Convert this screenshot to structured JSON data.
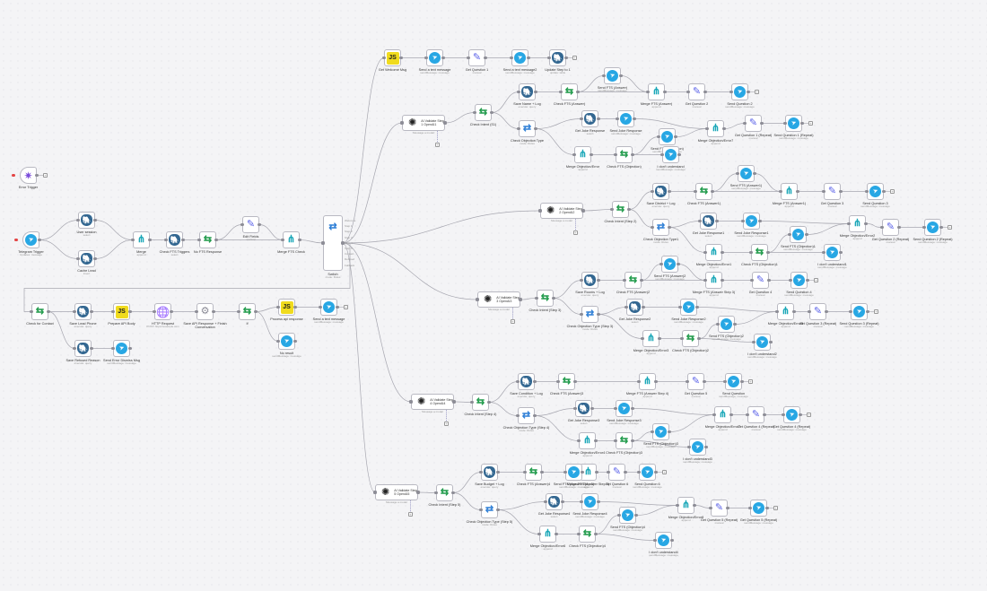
{
  "editor": {
    "type": "workflow-canvas"
  },
  "nodes": [
    {
      "id": "error-trigger",
      "label": "Error Trigger",
      "icon": "error",
      "kind": "trigger",
      "sub": ""
    },
    {
      "id": "telegram-trigger",
      "label": "Telegram Trigger",
      "icon": "telegram",
      "kind": "trigger",
      "sub": "Updates: message"
    },
    {
      "id": "user-session",
      "label": "User session",
      "icon": "postgres",
      "sub": "select"
    },
    {
      "id": "cache-lead",
      "label": "Cache Lead",
      "icon": "postgres",
      "sub": "insert"
    },
    {
      "id": "merge",
      "label": "Merge",
      "icon": "merge",
      "sub": "append"
    },
    {
      "id": "check-fts-triggers",
      "label": "Check FTS Triggers",
      "icon": "postgres",
      "sub": "select"
    },
    {
      "id": "no-fts-response",
      "label": "No FTS Response",
      "icon": "filter",
      "sub": ""
    },
    {
      "id": "edit-fields",
      "label": "Edit Fields",
      "icon": "set",
      "sub": "manual"
    },
    {
      "id": "merge-fts-check",
      "label": "Merge FTS Check",
      "icon": "merge",
      "sub": ""
    },
    {
      "id": "switch",
      "label": "Switch",
      "icon": "switch",
      "sub": "mode: Rules"
    },
    {
      "id": "get-welcome-msg",
      "label": "Get Welcome Msg",
      "icon": "code",
      "sub": ""
    },
    {
      "id": "send-text-message",
      "label": "Send a text message",
      "icon": "telegram",
      "sub": "sendMessage: message"
    },
    {
      "id": "get-question-1",
      "label": "Get Question 1",
      "icon": "set",
      "sub": "manual"
    },
    {
      "id": "send-text-message2",
      "label": "Send a text message2",
      "icon": "telegram",
      "sub": "sendMessage: message"
    },
    {
      "id": "update-step-to-1",
      "label": "Update Step to 1",
      "icon": "postgres",
      "sub": "update: table"
    },
    {
      "id": "ai-validate-1",
      "label": "AI Validate Step 1 OpenAI1",
      "icon": "openai",
      "kind": "ai",
      "sub": "Message a model"
    },
    {
      "id": "check-intent-s1",
      "label": "Check Intent (S1)",
      "icon": "filter",
      "sub": ""
    },
    {
      "id": "save-name-log",
      "label": "Save Name + Log",
      "icon": "postgres",
      "sub": "execute: query"
    },
    {
      "id": "check-fts-answer",
      "label": "Check FTS (Answer)",
      "icon": "filter",
      "sub": ""
    },
    {
      "id": "send-fts-answer",
      "label": "Send FTS (Answer)",
      "icon": "telegram",
      "sub": "sendMessage: message"
    },
    {
      "id": "merge-fts-answer",
      "label": "Merge FTS (Answer)",
      "icon": "merge",
      "sub": "append"
    },
    {
      "id": "get-question-2",
      "label": "Get Question 2",
      "icon": "set",
      "sub": "manual"
    },
    {
      "id": "send-question-2",
      "label": "Send Question 2",
      "icon": "telegram",
      "sub": "sendMessage: message"
    },
    {
      "id": "check-objection-type",
      "label": "Check Objection Type",
      "icon": "switch",
      "sub": "mode: Rules"
    },
    {
      "id": "get-joke-response",
      "label": "Get Joke Response",
      "icon": "postgres",
      "sub": "select"
    },
    {
      "id": "send-joke-response",
      "label": "Send Joke Response",
      "icon": "telegram",
      "sub": "sendMessage: message"
    },
    {
      "id": "send-fts-objection",
      "label": "Send FTS (Objection)",
      "icon": "telegram",
      "sub": "sendMessage: message"
    },
    {
      "id": "merge-objection-error",
      "label": "Merge Objection/Error",
      "icon": "merge",
      "sub": "append"
    },
    {
      "id": "check-fts-objection",
      "label": "Check FTS (Objection)",
      "icon": "filter",
      "sub": ""
    },
    {
      "id": "i-dont-understand",
      "label": "I don't understand",
      "icon": "telegram",
      "sub": "sendMessage: message"
    },
    {
      "id": "merge-objection-error7",
      "label": "Merge Objection/Error7",
      "icon": "merge",
      "sub": "append"
    },
    {
      "id": "get-question-1-repeat",
      "label": "Get Question 1 (Repeat)",
      "icon": "set",
      "sub": "manual"
    },
    {
      "id": "send-question-1-repeat",
      "label": "Send Question 1 (Repeat)",
      "icon": "telegram",
      "sub": "sendMessage: message"
    },
    {
      "id": "ai-validate-2",
      "label": "AI Validate Step 2 OpenAI2",
      "icon": "openai",
      "kind": "ai",
      "sub": "Message a model"
    },
    {
      "id": "check-intent-s2",
      "label": "Check Intent (Step 2)",
      "icon": "filter",
      "sub": ""
    },
    {
      "id": "save-district-log",
      "label": "Save District + Log",
      "icon": "postgres",
      "sub": "execute: query"
    },
    {
      "id": "check-fts-answer1",
      "label": "Check FTS (Answer1)",
      "icon": "filter",
      "sub": ""
    },
    {
      "id": "send-fts-answer1",
      "label": "Send FTS (Answer1)",
      "icon": "telegram",
      "sub": "sendMessage: message"
    },
    {
      "id": "merge-fts-answer1",
      "label": "Merge FTS (Answer1)",
      "icon": "merge",
      "sub": "append"
    },
    {
      "id": "get-question-3",
      "label": "Get Question 3",
      "icon": "set",
      "sub": "manual"
    },
    {
      "id": "send-question-3",
      "label": "Send Question 3",
      "icon": "telegram",
      "sub": "sendMessage: message"
    },
    {
      "id": "check-objection-type1",
      "label": "Check Objection Type1",
      "icon": "switch",
      "sub": "mode: Rules"
    },
    {
      "id": "get-joke-response1",
      "label": "Get Joke Response1",
      "icon": "postgres",
      "sub": "select"
    },
    {
      "id": "send-joke-response1",
      "label": "Send Joke Response1",
      "icon": "telegram",
      "sub": "sendMessage: message"
    },
    {
      "id": "send-fts-objection1",
      "label": "Send FTS (Objection)1",
      "icon": "telegram",
      "sub": "sendMessage: message"
    },
    {
      "id": "merge-objection-error1",
      "label": "Merge Objection/Error1",
      "icon": "merge",
      "sub": "append"
    },
    {
      "id": "check-fts-objection1",
      "label": "Check FTS (Objection)1",
      "icon": "filter",
      "sub": ""
    },
    {
      "id": "merge-objection-error2",
      "label": "Merge Objection/Error2",
      "icon": "merge",
      "sub": "append"
    },
    {
      "id": "get-question-2-repeat",
      "label": "Get Question 2 (Repeat)",
      "icon": "set",
      "sub": "manual"
    },
    {
      "id": "send-question-2-repeat",
      "label": "Send Question 2 (Repeat)",
      "icon": "telegram",
      "sub": "sendMessage: message"
    },
    {
      "id": "i-dont-understand1",
      "label": "I don't understand1",
      "icon": "telegram",
      "sub": "sendMessage: message"
    },
    {
      "id": "ai-validate-3",
      "label": "AI Validate Step 3 OpenAI3",
      "icon": "openai",
      "kind": "ai",
      "sub": "Message a model"
    },
    {
      "id": "check-intent-s3",
      "label": "Check Intent (Step 3)",
      "icon": "filter",
      "sub": ""
    },
    {
      "id": "save-rooms-log",
      "label": "Save Rooms + Log",
      "icon": "postgres",
      "sub": "execute: query"
    },
    {
      "id": "check-fts-answer2",
      "label": "Check FTS (Answer)2",
      "icon": "filter",
      "sub": ""
    },
    {
      "id": "send-fts-answer2",
      "label": "Send FTS (Answer)2",
      "icon": "telegram",
      "sub": "sendMessage: message"
    },
    {
      "id": "merge-fts-answer-step3",
      "label": "Merge FTS (Answer Step 3)",
      "icon": "merge",
      "sub": "append"
    },
    {
      "id": "get-question-4",
      "label": "Get Question 4",
      "icon": "set",
      "sub": "manual"
    },
    {
      "id": "send-question-4",
      "label": "Send Question 4",
      "icon": "telegram",
      "sub": "sendMessage: message"
    },
    {
      "id": "check-objection-type-s3",
      "label": "Check Objection Type (Step 3)",
      "icon": "switch",
      "sub": "mode: Rules"
    },
    {
      "id": "get-joke-response2",
      "label": "Get Joke Response2",
      "icon": "postgres",
      "sub": "select"
    },
    {
      "id": "send-joke-response2",
      "label": "Send Joke Response2",
      "icon": "telegram",
      "sub": "sendMessage: message"
    },
    {
      "id": "send-fts-objection2",
      "label": "Send FTS (Objection)2",
      "icon": "telegram",
      "sub": "sendMessage: message"
    },
    {
      "id": "merge-objection-error3",
      "label": "Merge Objection/Error3",
      "icon": "merge",
      "sub": "append"
    },
    {
      "id": "check-fts-objection2",
      "label": "Check FTS (Objection)2",
      "icon": "filter",
      "sub": ""
    },
    {
      "id": "merge-objection-error5",
      "label": "Merge Objection/Error5",
      "icon": "merge",
      "sub": "append"
    },
    {
      "id": "get-question-3-repeat",
      "label": "Get Question 3 (Repeat)",
      "icon": "set",
      "sub": "manual"
    },
    {
      "id": "send-question-3-repeat",
      "label": "Send Question 3 (Repeat)",
      "icon": "telegram",
      "sub": "sendMessage: message"
    },
    {
      "id": "i-dont-understand2",
      "label": "I don't understand2",
      "icon": "telegram",
      "sub": "sendMessage: message"
    },
    {
      "id": "check-for-contact",
      "label": "Check for Contact",
      "icon": "filter",
      "sub": ""
    },
    {
      "id": "save-lead-phone",
      "label": "Save Lead Phone",
      "icon": "postgres",
      "sub": "execute: query"
    },
    {
      "id": "prepare-api-body",
      "label": "Prepare API Body",
      "icon": "code",
      "sub": ""
    },
    {
      "id": "http-request",
      "label": "HTTP Request",
      "icon": "http",
      "sub": "POST: https://example.com"
    },
    {
      "id": "save-api-response",
      "label": "Save API Response + Finish Conversation",
      "icon": "gear",
      "sub": ""
    },
    {
      "id": "if-node",
      "label": "If",
      "icon": "filter",
      "sub": ""
    },
    {
      "id": "process-api-response",
      "label": "Process api response",
      "icon": "code",
      "sub": ""
    },
    {
      "id": "send-a-text-message-final",
      "label": "Send a text message",
      "icon": "telegram",
      "sub": "sendMessage: message"
    },
    {
      "id": "no-result",
      "label": "No result",
      "icon": "telegram",
      "sub": "sendMessage: message"
    },
    {
      "id": "save-refused-reason",
      "label": "Save Refused Reason",
      "icon": "postgres",
      "sub": "execute: query"
    },
    {
      "id": "send-error-dismiss-msg",
      "label": "Send Error Dismiss Msg",
      "icon": "telegram",
      "sub": "sendMessage: message"
    },
    {
      "id": "ai-validate-4",
      "label": "AI Validate Step 4 OpenAI4",
      "icon": "openai",
      "kind": "ai",
      "sub": "Message a model"
    },
    {
      "id": "check-intent-s4",
      "label": "Check Intent (Step 4)",
      "icon": "filter",
      "sub": ""
    },
    {
      "id": "save-condition-log",
      "label": "Save Condition + Log",
      "icon": "postgres",
      "sub": "execute: query"
    },
    {
      "id": "check-fts-answer3",
      "label": "Check FTS (Answer)3",
      "icon": "filter",
      "sub": ""
    },
    {
      "id": "merge-fts-answer-step4",
      "label": "Merge FTS (Answer Step 4)",
      "icon": "merge",
      "sub": "append"
    },
    {
      "id": "get-question-5",
      "label": "Get Question 5",
      "icon": "set",
      "sub": "manual"
    },
    {
      "id": "send-question",
      "label": "Send Question",
      "icon": "telegram",
      "sub": "sendMessage: message"
    },
    {
      "id": "check-objection-type-s4",
      "label": "Check Objection Type (Step 4)",
      "icon": "switch",
      "sub": "mode: Rules"
    },
    {
      "id": "get-joke-response3",
      "label": "Get Joke Response3",
      "icon": "postgres",
      "sub": "select"
    },
    {
      "id": "send-joke-response3",
      "label": "Send Joke Response3",
      "icon": "telegram",
      "sub": "sendMessage: message"
    },
    {
      "id": "send-fts-objection3",
      "label": "Send FTS (Objection)3",
      "icon": "telegram",
      "sub": "sendMessage: message"
    },
    {
      "id": "merge-objection-error4",
      "label": "Merge Objection/Error4",
      "icon": "merge",
      "sub": "append"
    },
    {
      "id": "check-fts-objection3",
      "label": "Check FTS (Objection)3",
      "icon": "filter",
      "sub": ""
    },
    {
      "id": "i-dont-understand3",
      "label": "I don't understand3",
      "icon": "telegram",
      "sub": "sendMessage: message"
    },
    {
      "id": "merge-objection-error7b",
      "label": "Merge Objection/Error7",
      "icon": "merge",
      "sub": "append"
    },
    {
      "id": "get-question-4-repeat",
      "label": "Get Question 4 (Repeat)",
      "icon": "set",
      "sub": "manual"
    },
    {
      "id": "get-question-4-repeat-send",
      "label": "Get Question 4 (Repeat)",
      "icon": "telegram",
      "sub": "sendMessage: message"
    },
    {
      "id": "ai-validate-5",
      "label": "AI Validate Step 5 OpenAI5",
      "icon": "openai",
      "kind": "ai",
      "sub": "Message a model"
    },
    {
      "id": "check-intent-s5",
      "label": "Check Intent (Step 5)",
      "icon": "filter",
      "sub": ""
    },
    {
      "id": "save-budget-log",
      "label": "Save Budget + Log",
      "icon": "postgres",
      "sub": "execute: query"
    },
    {
      "id": "check-fts-answer4",
      "label": "Check FTS (Answer)4",
      "icon": "filter",
      "sub": ""
    },
    {
      "id": "merge-fts-answer-step5",
      "label": "Merge FTS (Answer Step 5)",
      "icon": "merge",
      "sub": "append"
    },
    {
      "id": "get-question-6",
      "label": "Get Question 6",
      "icon": "set",
      "sub": "manual"
    },
    {
      "id": "send-question-6",
      "label": "Send Question 6",
      "icon": "telegram",
      "sub": "sendMessage: message"
    },
    {
      "id": "check-objection-type-s5",
      "label": "Check Objection Type (Step 5)",
      "icon": "switch",
      "sub": "mode: Rules"
    },
    {
      "id": "get-joke-response4",
      "label": "Get Joke Response4",
      "icon": "postgres",
      "sub": "select"
    },
    {
      "id": "send-joke-response4",
      "label": "Send Joke Response4",
      "icon": "telegram",
      "sub": "sendMessage: message"
    },
    {
      "id": "send-fts-objection4",
      "label": "Send FTS (Objection)4",
      "icon": "telegram",
      "sub": "sendMessage: message"
    },
    {
      "id": "merge-objection-error6",
      "label": "Merge Objection/Error6",
      "icon": "merge",
      "sub": "append"
    },
    {
      "id": "check-fts-objection4",
      "label": "Check FTS (Objection)4",
      "icon": "filter",
      "sub": ""
    },
    {
      "id": "merge-objection-error8",
      "label": "Merge Objection/Error8",
      "icon": "merge",
      "sub": "append"
    },
    {
      "id": "get-question-5-repeat",
      "label": "Get Question 5 (Repeat)",
      "icon": "set",
      "sub": "manual"
    },
    {
      "id": "get-question-5-repeat-send",
      "label": "Get Question 5 (Repeat)",
      "icon": "telegram",
      "sub": "sendMessage: message"
    },
    {
      "id": "i-dont-understand4",
      "label": "I don't understand4",
      "icon": "telegram",
      "sub": "sendMessage: message"
    },
    {
      "id": "send-fts-answer-s5",
      "label": "Send FTS (Answer Step 5)",
      "icon": "telegram",
      "sub": "sendMessage: message"
    }
  ],
  "switch_outputs": [
    "Welcome",
    "Step 1",
    "Step 2",
    "Step 3",
    "Step 4",
    "Step 5",
    "Contact",
    "Refused",
    "Fallback"
  ],
  "colors": {
    "canvas": "#f4f4f6",
    "edge": "#a7a7b0",
    "node_border": "#b9b9c2",
    "trigger_mark": "#e44444"
  }
}
